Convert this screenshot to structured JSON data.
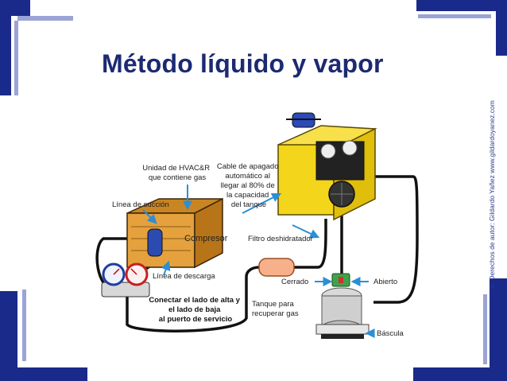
{
  "title": "Método líquido y vapor",
  "copyright": "© Derechos de autor: Gildardo Yañez  www.gildardoyanez.com",
  "colors": {
    "title": "#1c2a72",
    "frame_dark": "#1a2a8a",
    "frame_light": "#9aa4d6",
    "hose": "#111111",
    "arrow": "#2a8fd6",
    "machine": "#f3d51b",
    "compressor": "#e9a23b",
    "filter": "#f6b08a"
  },
  "labels": {
    "hvac_unit": [
      "Unidad de HVAC&R",
      "que contiene gas"
    ],
    "shutoff_cable": [
      "Cable de apagado",
      "automático al",
      "llegar al 80% de",
      "la capacidad",
      "del tanque"
    ],
    "suction_line": "Línea de succión",
    "compressor": "Compresor",
    "filter_drier": "Filtro deshidratador",
    "discharge_line": "Línea de descarga",
    "closed": "Cerrado",
    "open": "Abierto",
    "connect_sides": [
      "Conectar el lado de alta y",
      "el lado de baja",
      "al puerto de servicio"
    ],
    "recovery_tank": [
      "Tanque para",
      "recuperar gas"
    ],
    "scale": "Báscula"
  }
}
